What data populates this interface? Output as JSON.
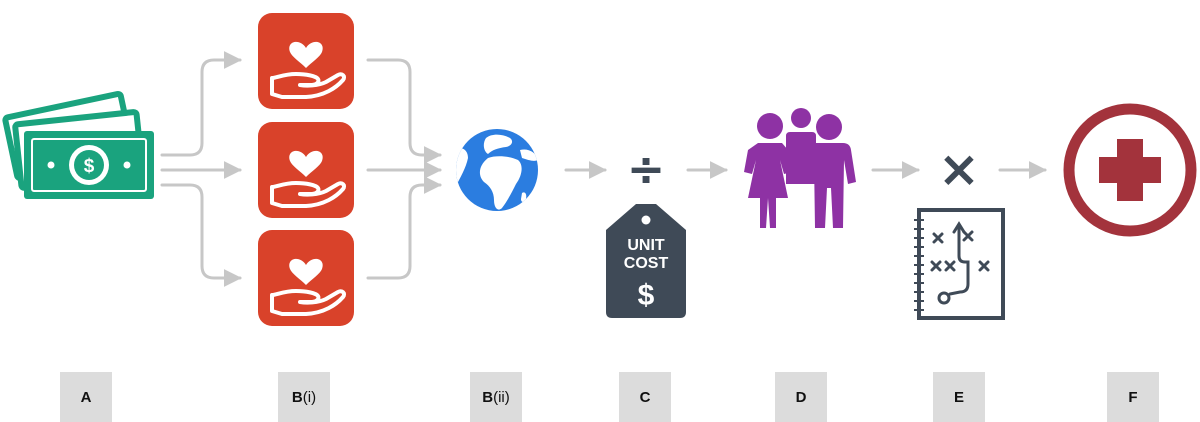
{
  "colors": {
    "money": "#1aa37e",
    "charity": "#d9422a",
    "globe": "#2b7de0",
    "people": "#8e32a4",
    "tag": "#3f4a57",
    "plan": "#3f4a57",
    "health": "#a3333c",
    "arrow": "#c7c7c7",
    "label_bg": "#dcdcdc"
  },
  "icons": {
    "a": "money-stack-icon",
    "b_i": "hand-heart-icon",
    "b_ii": "globe-icon",
    "c": "price-tag-icon",
    "d": "family-icon",
    "e": "play-plan-icon",
    "f": "medical-cross-icon"
  },
  "operators": {
    "divide": "÷",
    "multiply": "×"
  },
  "tag": {
    "line1": "UNIT",
    "line2": "COST",
    "currency": "$"
  },
  "money_symbol": "$",
  "labels": {
    "a": {
      "main": "A",
      "sub": ""
    },
    "b_i": {
      "main": "B",
      "sub": "(i)"
    },
    "b_ii": {
      "main": "B",
      "sub": "(ii)"
    },
    "c": {
      "main": "C",
      "sub": ""
    },
    "d": {
      "main": "D",
      "sub": ""
    },
    "e": {
      "main": "E",
      "sub": ""
    },
    "f": {
      "main": "F",
      "sub": ""
    }
  }
}
